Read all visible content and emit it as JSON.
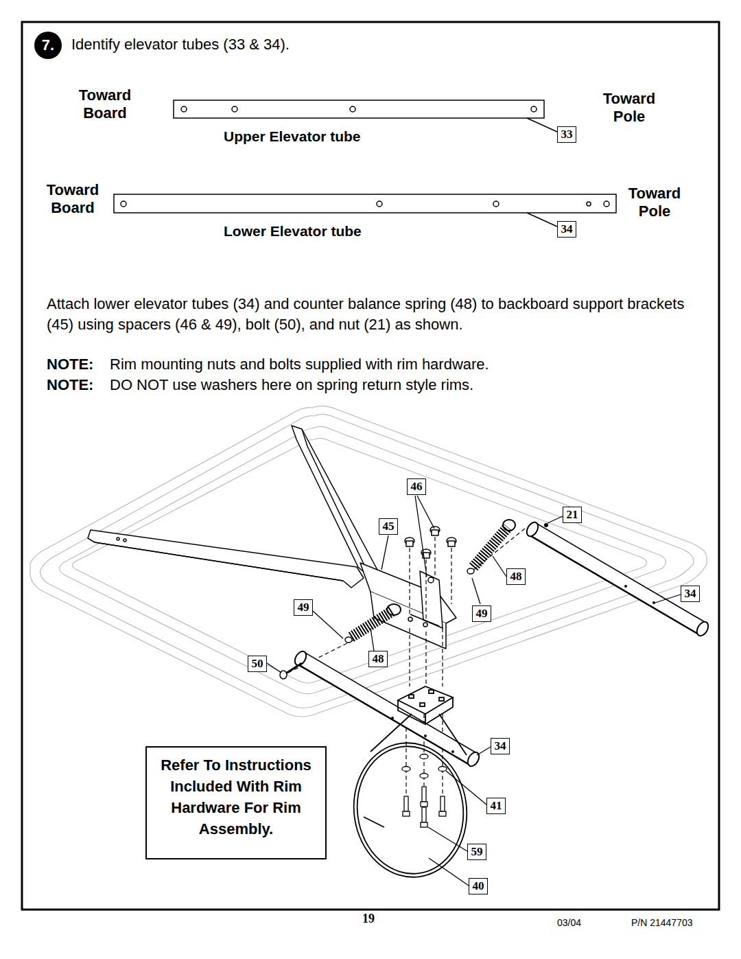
{
  "diagram": {
    "title": "Identify elevator tubes (33 & 34).",
    "nodes": [
      {
        "text": [
          "7."
        ]
      },
      {
        "text": [
          "Refer To Instructions Included With Rim Hardware For Rim Assembly."
        ]
      }
    ],
    "labels": [
      "Toward Board",
      "Toward Pole",
      "Upper Elevator tube",
      "33",
      "Toward Board",
      "Toward Pole",
      "Lower Elevator tube",
      "34",
      "Attach lower elevator tubes (34) and counter balance spring (48) to backboard support brackets (45) using spacers (46 & 49), bolt (50), and nut (21) as shown.",
      "NOTE:",
      "Rim mounting nuts and bolts supplied with rim hardware.",
      "NOTE:",
      "DO NOT use washers here on spring return style rims.",
      "46",
      "45",
      "21",
      "48",
      "34",
      "49",
      "49",
      "50",
      "48",
      "34",
      "41",
      "59",
      "40",
      "19",
      "03/04",
      "P/N 21447703"
    ]
  }
}
